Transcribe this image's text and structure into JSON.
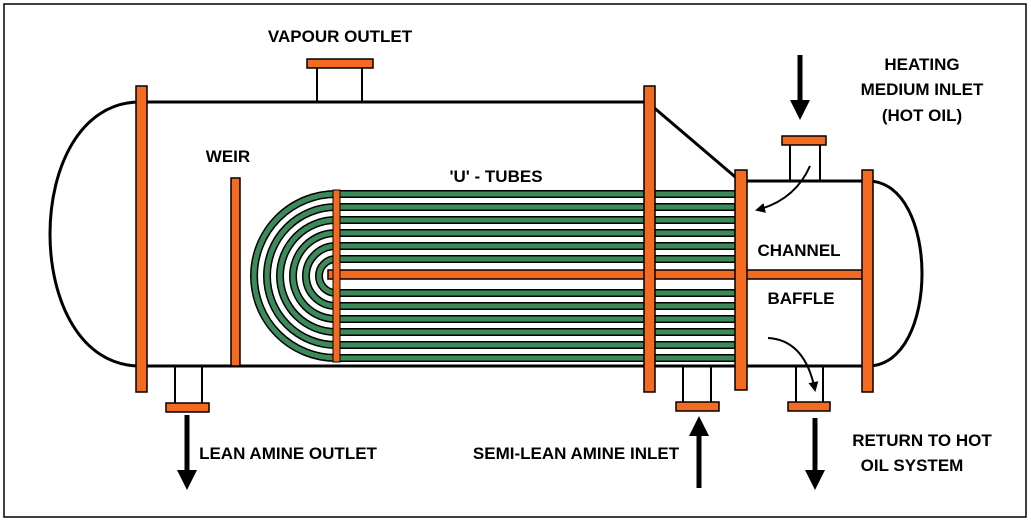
{
  "labels": {
    "vapour_outlet": "VAPOUR OUTLET",
    "heating_line1": "HEATING",
    "heating_line2": "MEDIUM INLET",
    "heating_line3": "(HOT OIL)",
    "weir": "WEIR",
    "u_tubes": "'U' - TUBES",
    "channel": "CHANNEL",
    "baffle": "BAFFLE",
    "lean_amine_outlet": "LEAN AMINE OUTLET",
    "semi_lean_amine_inlet": "SEMI-LEAN AMINE INLET",
    "return_line1": "RETURN TO HOT",
    "return_line2": "OIL SYSTEM"
  },
  "colors": {
    "flange": "#f26b21",
    "tube": "#3c8a5a",
    "outline": "#000000"
  }
}
